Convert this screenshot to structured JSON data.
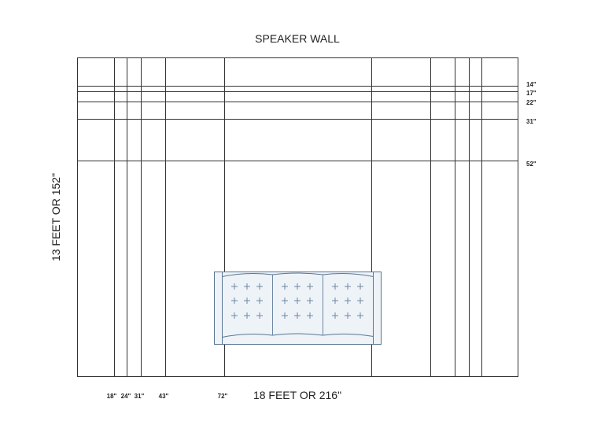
{
  "title": "SPEAKER WALL",
  "width_label": "18 FEET OR 216\"",
  "height_label": "13 FEET OR 152\"",
  "wall": {
    "width_in": 216,
    "height_in": 152
  },
  "vertical_marks": [
    {
      "inches": 18,
      "label": "18\""
    },
    {
      "inches": 24,
      "label": "24\""
    },
    {
      "inches": 31,
      "label": "31\""
    },
    {
      "inches": 43,
      "label": "43\""
    },
    {
      "inches": 72,
      "label": "72\""
    }
  ],
  "horizontal_marks": [
    {
      "inches": 14,
      "label": "14\""
    },
    {
      "inches": 17,
      "label": "17\""
    },
    {
      "inches": 22,
      "label": "22\""
    },
    {
      "inches": 31,
      "label": "31\""
    },
    {
      "inches": 52,
      "label": "52\""
    }
  ],
  "sofa": {
    "name": "sofa",
    "seat_cushions": 3,
    "tufts_per_cushion": 9
  },
  "colors": {
    "lines": "#333333",
    "sofa_fill": "#eef3f8",
    "sofa_stroke": "#5b7591"
  }
}
